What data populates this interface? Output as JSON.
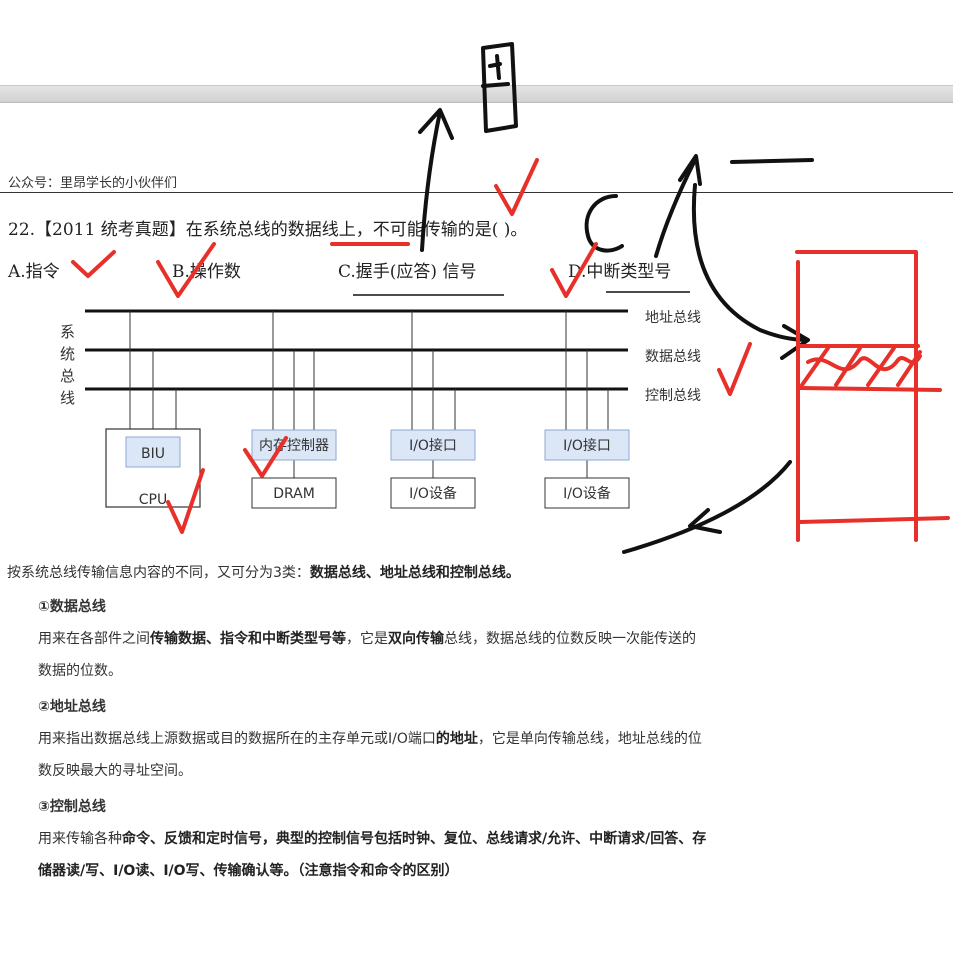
{
  "header": {
    "account": "公众号：里昂学长的小伙伴们"
  },
  "question": {
    "text": "22.【2011 统考真题】在系统总线的数据线上，不可能传输的是(     )。",
    "options": {
      "a": "A.指令",
      "b": "B.操作数",
      "c": "C.握手(应答) 信号",
      "d": "D.中断类型号"
    }
  },
  "diagram": {
    "side_label": [
      "系",
      "统",
      "总",
      "线"
    ],
    "buses": [
      "地址总线",
      "数据总线",
      "控制总线"
    ],
    "cpu": {
      "inner": "BIU",
      "label": "CPU"
    },
    "mem": {
      "ctrl": "内存控制器",
      "dram": "DRAM"
    },
    "io1": {
      "iface": "I/O接口",
      "dev": "I/O设备"
    },
    "io2": {
      "iface": "I/O接口",
      "dev": "I/O设备"
    }
  },
  "explanation": {
    "intro_plain": "按系统总线传输信息内容的不同，又可分为3类：",
    "intro_bold": "数据总线、地址总线和控制总线。",
    "s1_title": "①数据总线",
    "s1_l1_a": "用来在各部件之间",
    "s1_l1_b": "传输数据、指令和中断类型号等",
    "s1_l1_c": "，它是",
    "s1_l1_d": "双向传输",
    "s1_l1_e": "总线，数据总线的位数反映一次能传送的",
    "s1_l2": "数据的位数。",
    "s2_title": "②地址总线",
    "s2_l1_a": "用来指出数据总线上源数据或目的数据所在的主存单元或I/O端口",
    "s2_l1_b": "的地址",
    "s2_l1_c": "，它是单向传输总线，地址总线的位",
    "s2_l2": "数反映最大的寻址空间。",
    "s3_title": "③控制总线",
    "s3_l1_a": "用来传输各种",
    "s3_l1_b": "命令、反馈和定时信号，典型的控制信号包括时钟、复位、总线请求/允许、中断请求/回答、存",
    "s3_l2": "储器读/写、I/O读、I/O写、传输确认等。（注意指令和命令的区别）"
  },
  "colors": {
    "ink_black": "#111111",
    "ink_red": "#e8302a",
    "box_fill": "#dbe7f7",
    "box_border": "#8eaad6"
  }
}
